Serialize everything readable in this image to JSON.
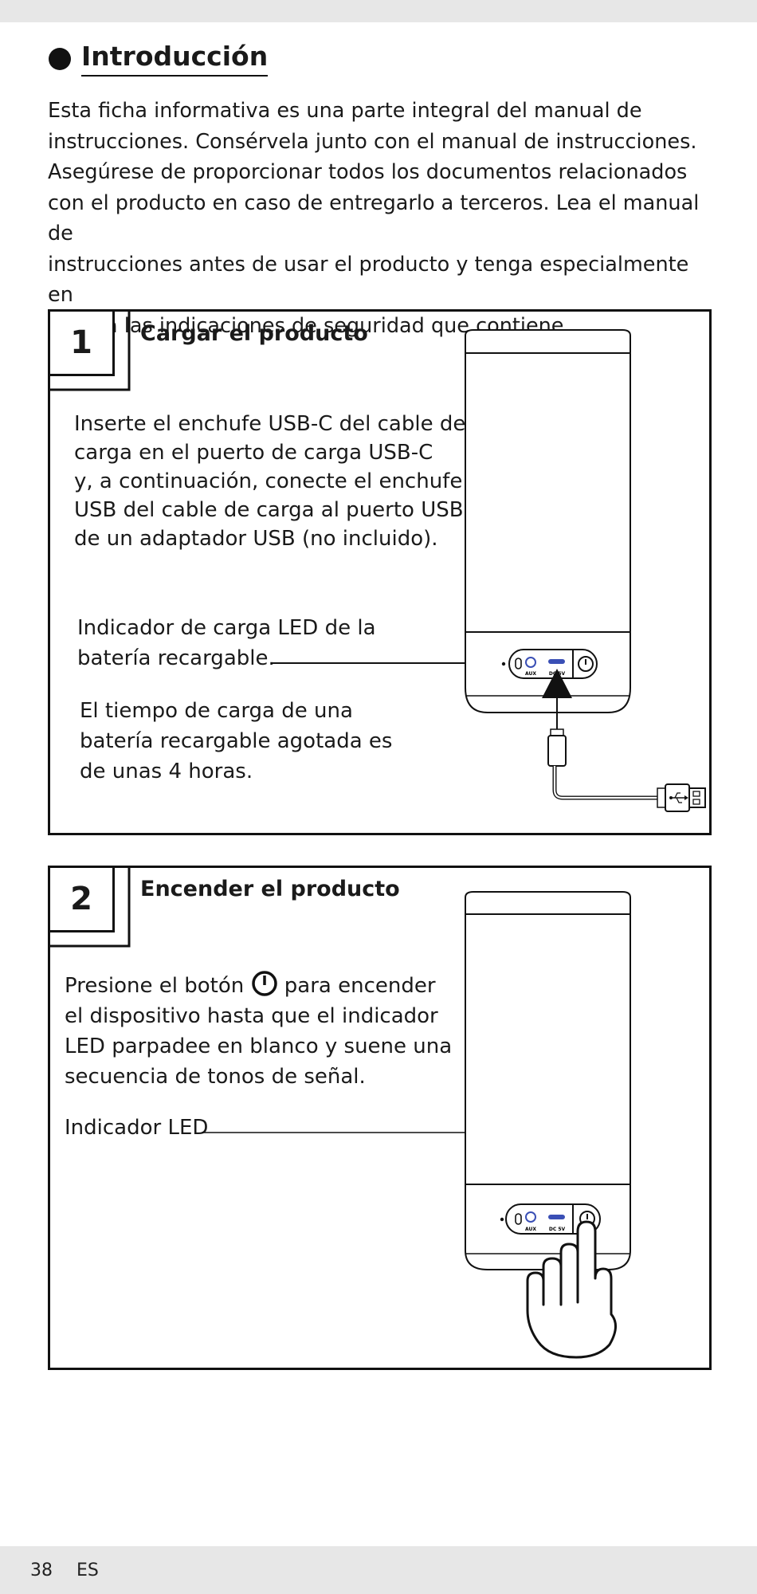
{
  "intro": {
    "heading": "Introducción",
    "lines": [
      "Esta ficha informativa es una parte integral del manual de",
      "instrucciones. Consérvela junto con el manual de instrucciones.",
      "Asegúrese de proporcionar todos los documentos relacionados",
      "con el producto en caso de entregarlo a terceros. Lea el manual de",
      "instrucciones antes de usar el producto y tenga especialmente en",
      "cuenta las indicaciones de seguridad que contiene."
    ]
  },
  "step1": {
    "number": "1",
    "title": "Cargar el producto",
    "instruction_lines": [
      "Inserte el enchufe USB-C del cable de",
      "carga en el puerto de carga USB-C",
      "y, a continuación, conecte el enchufe",
      "USB del cable de carga al puerto USB",
      "de un adaptador USB (no incluido)."
    ],
    "led_label_lines": [
      "Indicador de carga LED de la",
      "batería recargable."
    ],
    "charge_time_lines": [
      "El tiempo de carga de una",
      "batería recargable agotada es",
      "de unas 4 horas."
    ],
    "port_aux": "AUX",
    "port_dc": "DC 5V"
  },
  "step2": {
    "number": "2",
    "title": "Encender el producto",
    "line1_before": "Presione el botón",
    "line1_after": "para encender",
    "lines": [
      "el dispositivo hasta que el indicador",
      "LED parpadee en blanco y suene una",
      "secuencia de tonos de señal."
    ],
    "led_label": "Indicador LED",
    "port_aux": "AUX",
    "port_dc": "DC 5V"
  },
  "footer": {
    "page_number": "38",
    "language": "ES"
  }
}
